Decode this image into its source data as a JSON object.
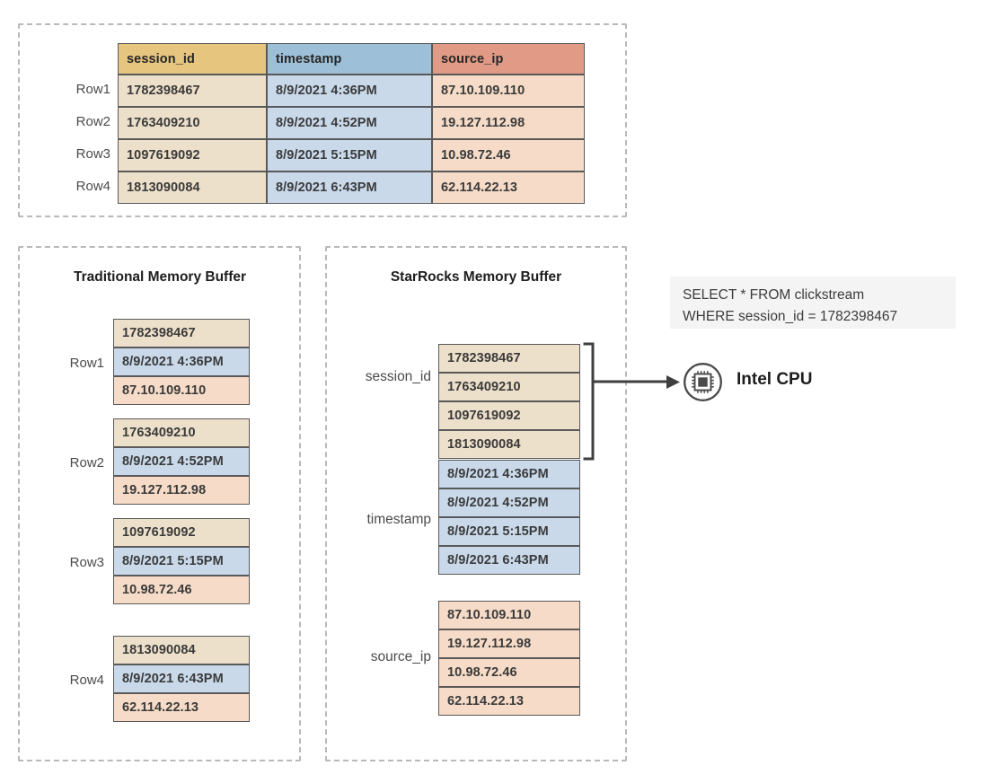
{
  "diagram": {
    "title_top_table": "",
    "columns": [
      "session_id",
      "timestamp",
      "source_ip"
    ],
    "row_labels": [
      "Row1",
      "Row2",
      "Row3",
      "Row4"
    ],
    "rows": [
      {
        "session_id": "1782398467",
        "timestamp": "8/9/2021 4:36PM",
        "source_ip": "87.10.109.110"
      },
      {
        "session_id": "1763409210",
        "timestamp": "8/9/2021 4:52PM",
        "source_ip": "19.127.112.98"
      },
      {
        "session_id": "1097619092",
        "timestamp": "8/9/2021 5:15PM",
        "source_ip": "10.98.72.46"
      },
      {
        "session_id": "1813090084",
        "timestamp": "8/9/2021 6:43PM",
        "source_ip": "62.114.22.13"
      }
    ]
  },
  "traditional_panel": {
    "title": "Traditional Memory Buffer"
  },
  "starrocks_panel": {
    "title": "StarRocks Memory Buffer",
    "column_labels": [
      "session_id",
      "timestamp",
      "source_ip"
    ]
  },
  "query": {
    "line1": "SELECT * FROM clickstream",
    "line2": "WHERE session_id = 1782398467"
  },
  "cpu": {
    "label": "Intel CPU",
    "icon": "cpu-chip-icon"
  },
  "colors": {
    "session_header": "#e6c57f",
    "timestamp_header": "#9dc0d8",
    "source_ip_header": "#e09a86",
    "session_cell": "#ede0cb",
    "timestamp_cell": "#c9d9ea",
    "source_ip_cell": "#f6dcc8",
    "dashed_border": "#b9b9b9",
    "cell_border": "#595959",
    "sql_background": "#f4f4f4"
  }
}
